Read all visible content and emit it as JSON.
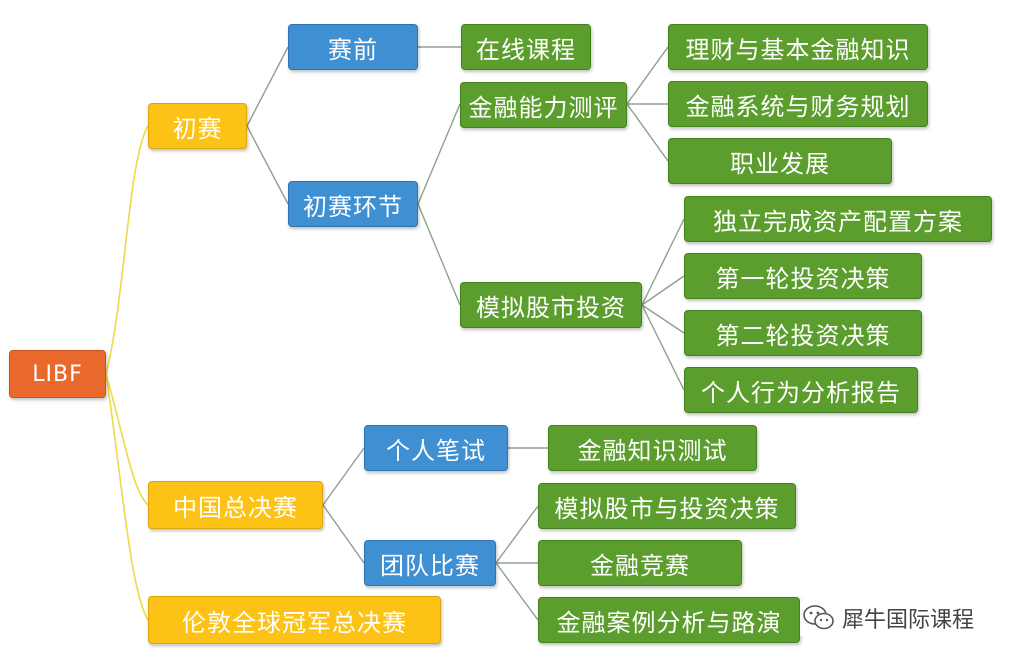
{
  "root": "LIBF",
  "stages": {
    "preliminary": "初赛",
    "china_final": "中国总决赛",
    "london_final": "伦敦全球冠军总决赛"
  },
  "preliminary": {
    "pre": "赛前",
    "pre_child": "在线课程",
    "rounds": "初赛环节",
    "fin_test": "金融能力测评",
    "fin_test_items": [
      "理财与基本金融知识",
      "金融系统与财务规划",
      "职业发展"
    ],
    "sim": "模拟股市投资",
    "sim_items": [
      "独立完成资产配置方案",
      "第一轮投资决策",
      "第二轮投资决策",
      "个人行为分析报告"
    ]
  },
  "china_final": {
    "written": "个人笔试",
    "written_child": "金融知识测试",
    "team": "团队比赛",
    "team_items": [
      "模拟股市与投资决策",
      "金融竞赛",
      "金融案例分析与路演"
    ]
  },
  "watermark": "犀牛国际课程",
  "colors": {
    "root": "#e8692b",
    "stage": "#fcc215",
    "branch": "#3f8fd3",
    "leaf": "#5c9e2e"
  }
}
